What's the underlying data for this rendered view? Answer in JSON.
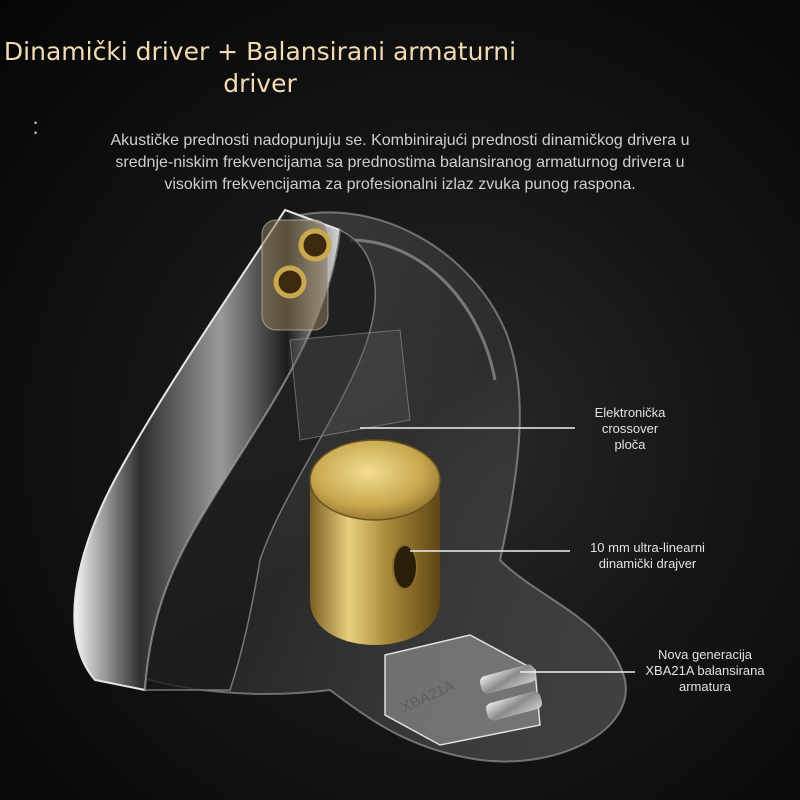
{
  "title": {
    "line1": "Dinamički driver + Balansirani armaturni",
    "line2": "driver"
  },
  "description": {
    "line1": "Akustičke prednosti nadopunjuju se. Kombinirajući prednosti dinamičkog drivera u",
    "line2": "srednje-niskim frekvencijama sa prednostima balansiranog armaturnog drivera u",
    "line3": "visokim frekvencijama za profesionalni izlaz zvuka punog raspona."
  },
  "callouts": {
    "crossover": {
      "line1": "Elektronička",
      "line2": "crossover",
      "line3": "ploča"
    },
    "dynamic": {
      "line1": "10 mm ultra-linearni",
      "line2": "dinamički drajver"
    },
    "armature": {
      "line1": "Nova generacija",
      "line2": "XBA21A balansirana",
      "line3": "armatura"
    }
  },
  "armature_label": "XBA21A",
  "colors": {
    "title": "#f3dcb4",
    "gold": "#c9a84e",
    "background": "#111111"
  }
}
